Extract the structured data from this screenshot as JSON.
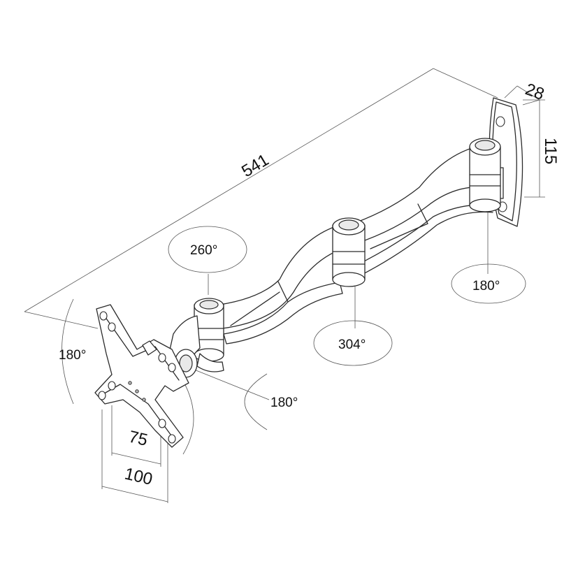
{
  "dimensions": {
    "length": "541",
    "depth": "28",
    "height": "115",
    "vesa_small": "75",
    "vesa_large": "100"
  },
  "rotations": {
    "arm_inner": "260°",
    "arm_middle": "304°",
    "wall_joint": "180°",
    "head_tilt": "180°",
    "head_swivel": "180°"
  }
}
